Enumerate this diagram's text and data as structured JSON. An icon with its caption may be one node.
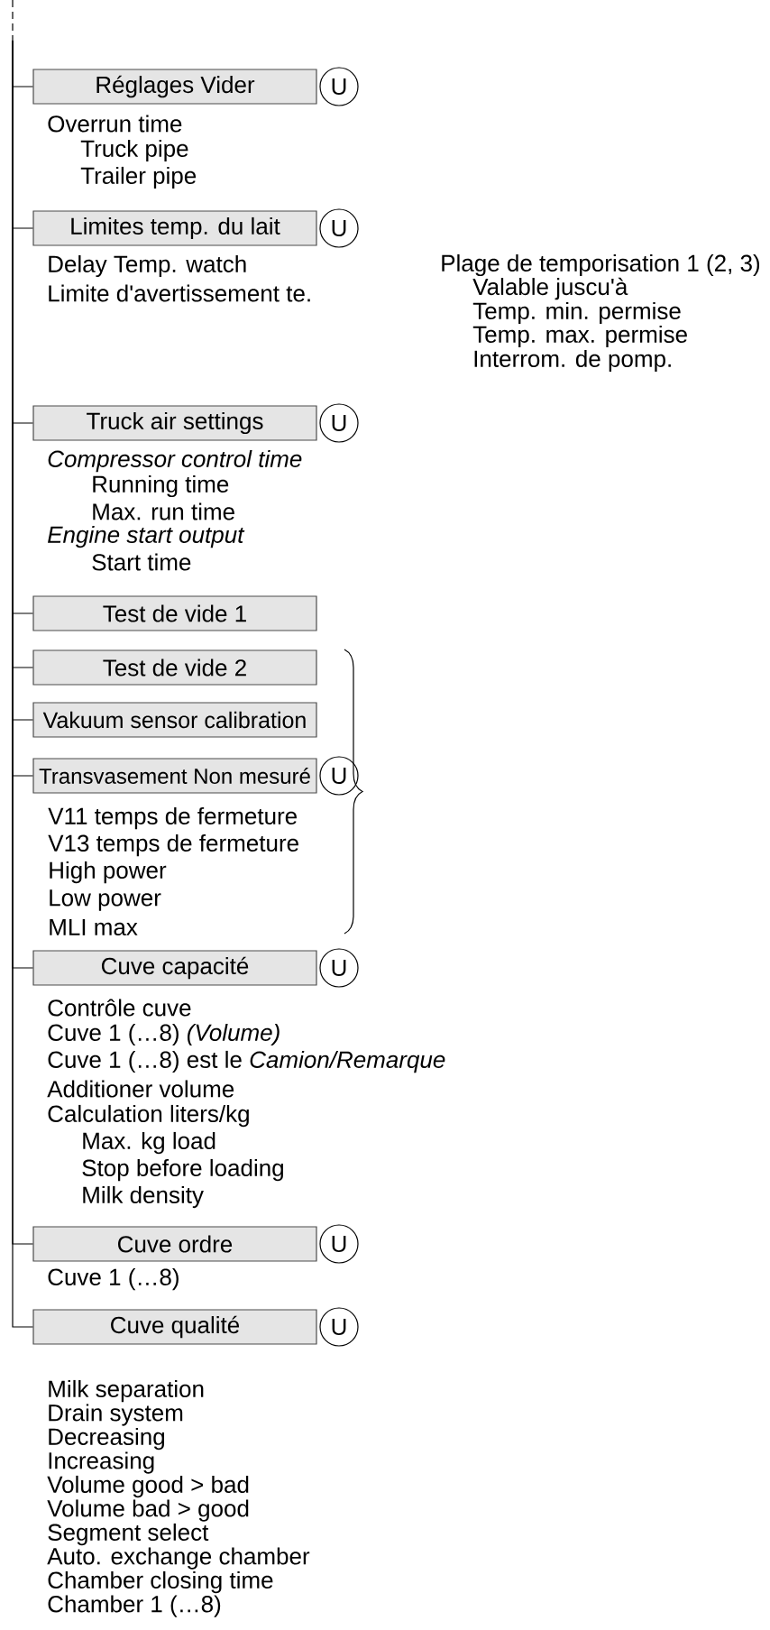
{
  "diagram": {
    "nodes": [
      {
        "text": [
          "Réglages Vider"
        ]
      },
      {
        "text": [
          "U"
        ]
      },
      {
        "text": [
          "Limites temp. du lait"
        ]
      },
      {
        "text": [
          "U"
        ]
      },
      {
        "text": [
          "Truck air settings"
        ]
      },
      {
        "text": [
          "U"
        ]
      },
      {
        "text": [
          "Test de vide 1"
        ]
      },
      {
        "text": [
          "Test de vide 2"
        ]
      },
      {
        "text": [
          "Vakuum sensor calibration"
        ]
      },
      {
        "text": [
          "Transvasement Non mesuré"
        ]
      },
      {
        "text": [
          "U"
        ]
      },
      {
        "text": [
          "Cuve capacité"
        ]
      },
      {
        "text": [
          "U"
        ]
      },
      {
        "text": [
          "Cuve ordre"
        ]
      },
      {
        "text": [
          "U"
        ]
      },
      {
        "text": [
          "Cuve qualité"
        ]
      },
      {
        "text": [
          "U"
        ]
      }
    ],
    "edges": [
      {
        "from": null,
        "to": 0,
        "arrow": "none"
      },
      {
        "from": null,
        "to": 2,
        "arrow": "none"
      },
      {
        "from": null,
        "to": 4,
        "arrow": "none"
      },
      {
        "from": null,
        "to": 6,
        "arrow": "none"
      },
      {
        "from": null,
        "to": 7,
        "arrow": "none"
      },
      {
        "from": null,
        "to": 8,
        "arrow": "none"
      },
      {
        "from": null,
        "to": 9,
        "arrow": "none"
      },
      {
        "from": null,
        "to": 11,
        "arrow": "none"
      },
      {
        "from": null,
        "to": 13,
        "arrow": "none"
      },
      {
        "from": null,
        "to": 15,
        "arrow": "none"
      }
    ],
    "labels": [
      "Overrun time",
      "Truck pipe",
      "Trailer pipe",
      "Delay Temp. watch",
      "Plage de temporisation 1 (2, 3)",
      "Limite d'avertissement te.",
      "Valable juscu'à",
      "Temp. min. permise",
      "Temp. max. permise",
      "Interrom. de pomp.",
      "Compressor control time",
      "Running time",
      "Max. run time",
      "Engine start output",
      "Start time",
      "V11 temps de fermeture",
      "V13 temps de fermeture",
      "High power",
      "Low power",
      "MLI max",
      "Contrôle cuve",
      "Cuve 1 (…8) *(Volume)*",
      "Cuve 1 (…8) est le *Camion/Remarque*",
      "Additioner volume",
      "Calculation liters/kg",
      "Max. kg load",
      "Stop before loading",
      "Milk density",
      "Cuve 1 (…8)",
      "Milk separation",
      "Drain system",
      "Decreasing",
      "Increasing",
      "Volume good > bad",
      "Volume bad > good",
      "Segment select",
      "Auto. exchange chamber",
      "Chamber closing time",
      "Chamber 1 (…8)"
    ]
  }
}
